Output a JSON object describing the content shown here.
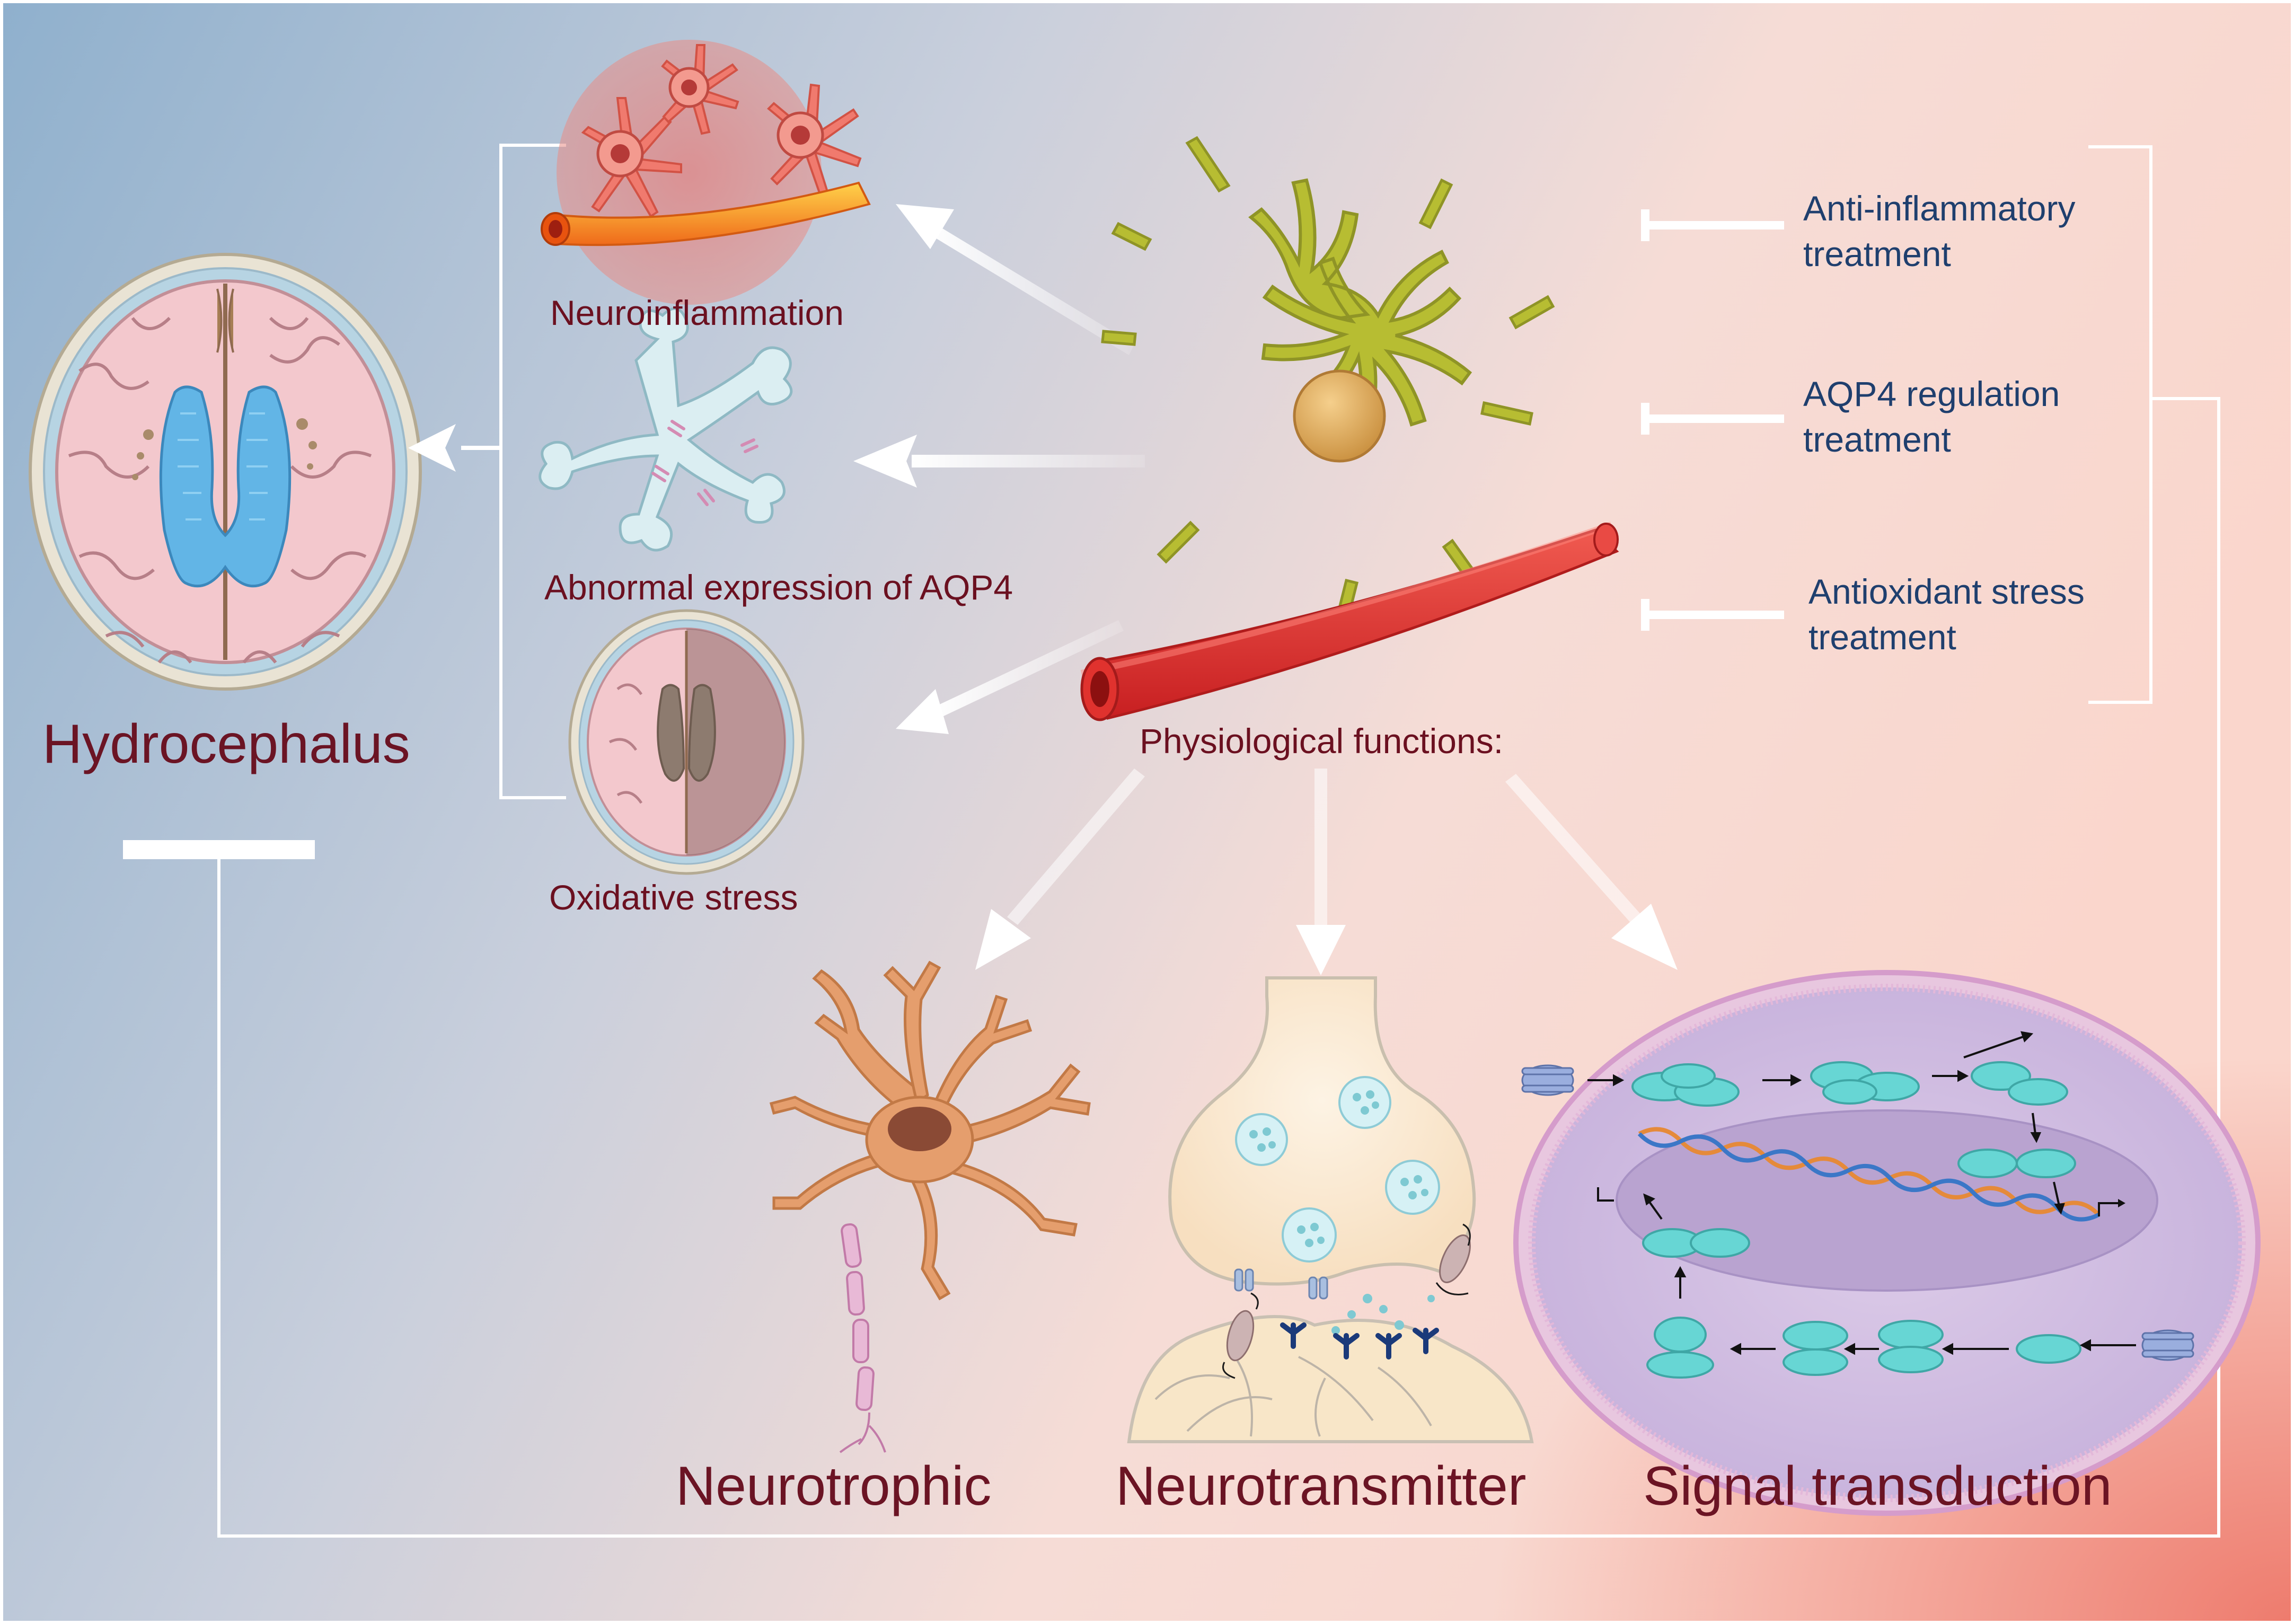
{
  "colors": {
    "bg_left": "#93b3cf",
    "bg_right": "#f9d9d2",
    "label_red": "#6b1020",
    "label_blue": "#1f3f6e",
    "astrocyte_green": "#b7bd32",
    "vessel_red": "#e0322e",
    "neuron_orange": "#e29b6a",
    "receptor_teal": "#67d6d4"
  },
  "hydrocephalus": {
    "label": "Hydrocephalus"
  },
  "pathology": {
    "neuroinflammation": "Neuroinflammation",
    "aqp4": "Abnormal expression of AQP4",
    "oxidative": "Oxidative stress"
  },
  "center": {
    "label": "Physiological functions:"
  },
  "functions": {
    "neurotrophic": "Neurotrophic",
    "neurotransmitter": "Neurotransmitter",
    "signal": "Signal transduction"
  },
  "treatments": {
    "anti_inflammatory": {
      "line1": "Anti-inflammatory",
      "line2": "treatment"
    },
    "aqp4": {
      "line1": "AQP4 regulation",
      "line2": "treatment"
    },
    "antioxidant": {
      "line1": "Antioxidant stress",
      "line2": "treatment"
    }
  }
}
